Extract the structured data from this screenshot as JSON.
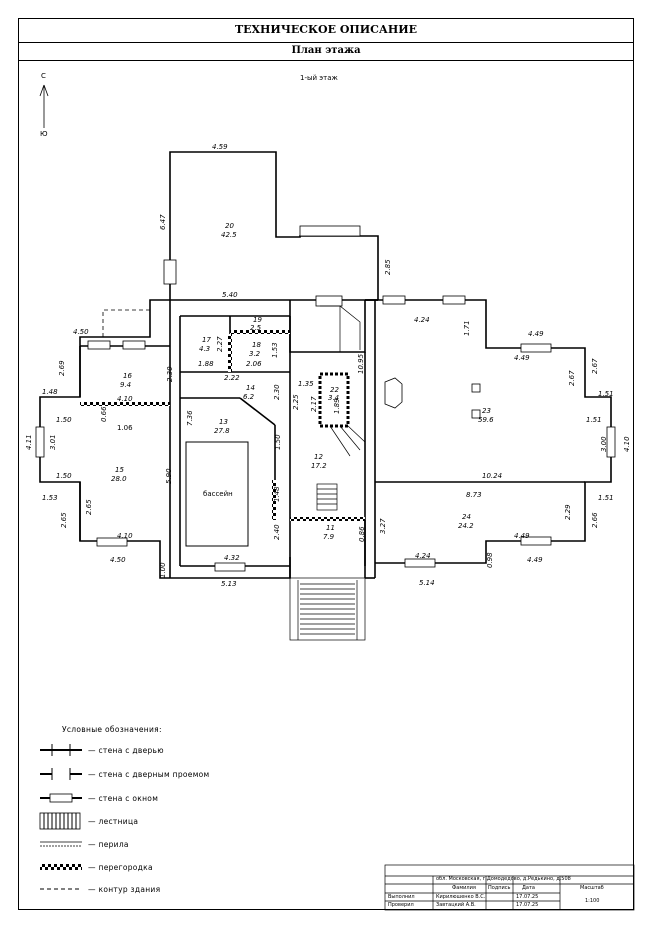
{
  "header": {
    "title": "ТЕХНИЧЕСКОЕ ОПИСАНИЕ",
    "subtitle": "План этажа"
  },
  "floor_label": "1-ый этаж",
  "compass": {
    "north": "С",
    "south": "Ю"
  },
  "rooms": [
    {
      "id": "20",
      "area": "42.5"
    },
    {
      "id": "19",
      "area": "2.5"
    },
    {
      "id": "17",
      "area": "4.3"
    },
    {
      "id": "18",
      "area": "3.2"
    },
    {
      "id": "16",
      "area": "9.4"
    },
    {
      "id": "14",
      "area": "6.2"
    },
    {
      "id": "13",
      "area": "27.8"
    },
    {
      "id": "15",
      "area": "28.0"
    },
    {
      "id": "22",
      "area": "3.4"
    },
    {
      "id": "12",
      "area": "17.2"
    },
    {
      "id": "11",
      "area": "7.9"
    },
    {
      "id": "23",
      "area": "59.6"
    },
    {
      "id": "24",
      "area": "24.2"
    }
  ],
  "dimensions": [
    "4.59",
    "6.47",
    "2.85",
    "5.40",
    "4.50",
    "2.69",
    "1.48",
    "4.11",
    "3.01",
    "1.50",
    "1.50",
    "1.53",
    "2.65",
    "4.10",
    "4.50",
    "0.66",
    "1.06",
    "4.10",
    "2.65",
    "5.90",
    "2.30",
    "1.88",
    "2.27",
    "2.06",
    "1.53",
    "2.22",
    "2.30",
    "7.36",
    "1.50",
    "2.25",
    "1.35",
    "2.17",
    "1.89",
    "10.95",
    "1.48",
    "2.40",
    "0.86",
    "3.27",
    "1.00",
    "4.32",
    "5.13",
    "4.24",
    "1.71",
    "4.49",
    "4.49",
    "2.67",
    "2.67",
    "1.51",
    "1.51",
    "3.00",
    "4.10",
    "10.24",
    "8.73",
    "2.29",
    "2.66",
    "1.51",
    "4.24",
    "4.49",
    "4.49",
    "0.98",
    "5.14"
  ],
  "pool_label": "бассейн",
  "legend": {
    "title": "Условные обозначения:",
    "items": [
      "— стена с дверью",
      "— стена с дверным проемом",
      "— стена с окном",
      "— лестница",
      "— перила",
      "— перегородка",
      "— контур здания"
    ]
  },
  "title_block": {
    "address": "обл. Московская, г.Домодедово, д.Редькино, д.508",
    "col_headers": [
      "Фамилия",
      "Подпись",
      "Дата",
      "Масштаб"
    ],
    "rows": [
      {
        "role": "Выполнил",
        "name": "Кирилюшенко В.С.",
        "date": "17.07.25"
      },
      {
        "role": "Проверил",
        "name": "Завтацкий А.В.",
        "date": "17.07.25"
      }
    ],
    "scale": "1:100"
  }
}
